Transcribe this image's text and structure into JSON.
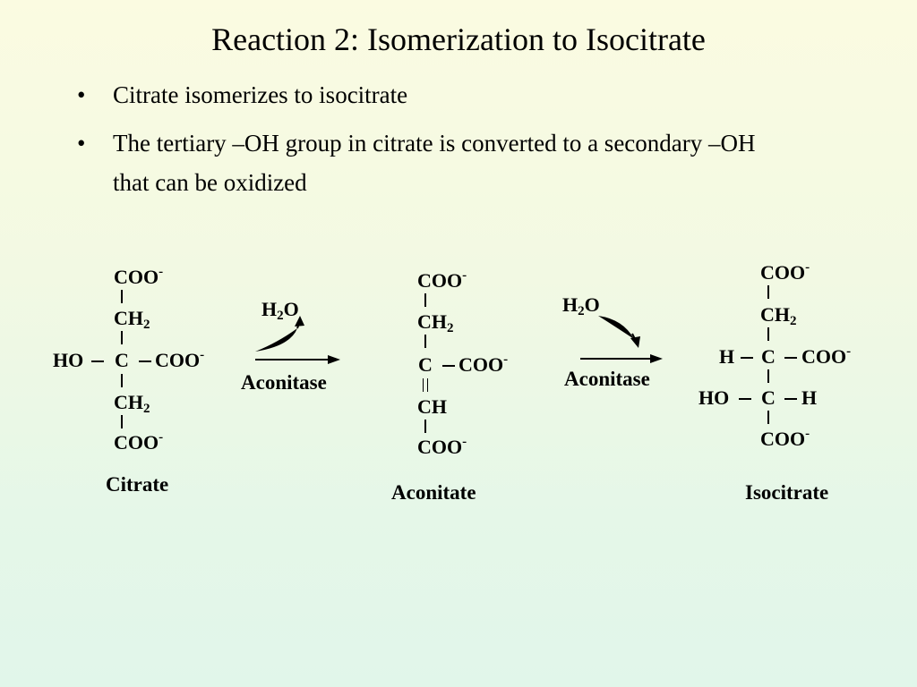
{
  "slide": {
    "title": "Reaction 2:  Isomerization to Isocitrate",
    "bullets": [
      {
        "marker": "•",
        "text": "Citrate isomerizes to isocitrate"
      },
      {
        "marker": "•",
        "text": "The tertiary –OH group in citrate is converted to a secondary –OH that can be oxidized"
      }
    ]
  },
  "diagram": {
    "citrate": {
      "name": "Citrate"
    },
    "aconitate": {
      "name": "Aconitate"
    },
    "isocitrate": {
      "name": "Isocitrate"
    },
    "step1": {
      "enzyme": "Aconitase",
      "direction": "released",
      "h2o": "H2O"
    },
    "step2": {
      "enzyme": "Aconitase",
      "direction": "added",
      "h2o": "H2O"
    },
    "labels": {
      "coo": "COO",
      "charge": "-",
      "ch": "CH",
      "ch2_c": "CH",
      "sub2": "2",
      "c": "C",
      "ho": "HO",
      "h": "H",
      "h_o": "O",
      "h2": "H"
    }
  }
}
